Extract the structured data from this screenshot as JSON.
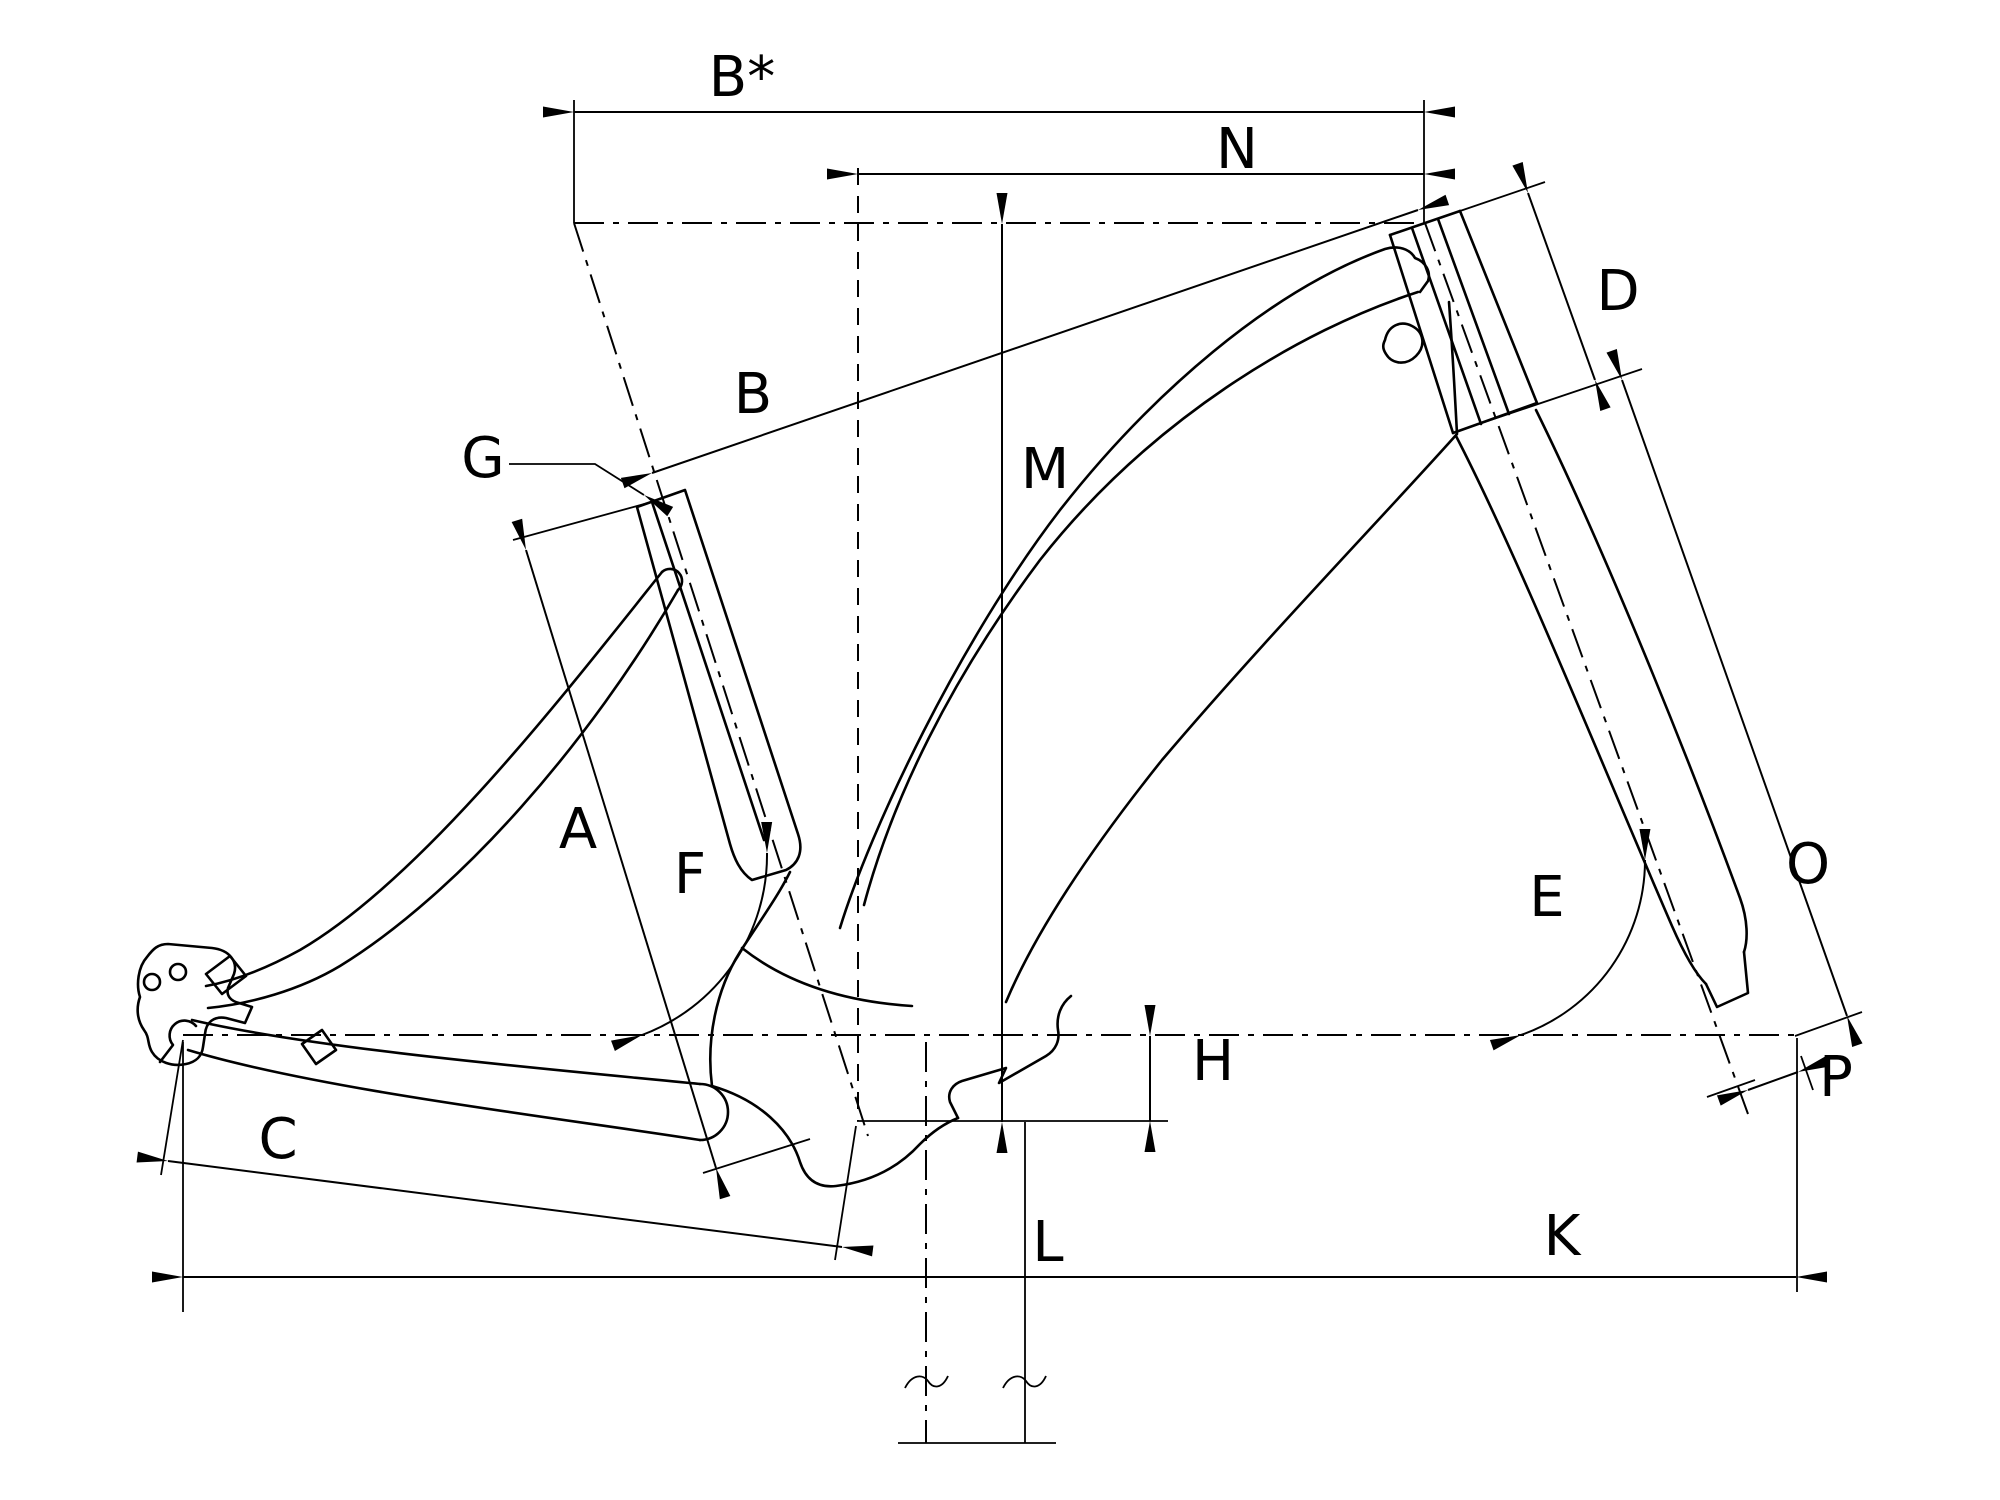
{
  "diagram": {
    "type": "technical-line-drawing",
    "subject": "Bicycle frame geometry diagram with dimension annotations",
    "background_color": "#ffffff",
    "line_color": "#000000",
    "labels": {
      "b_star": "B*",
      "n": "N",
      "b": "B",
      "g": "G",
      "a": "A",
      "f": "F",
      "m": "M",
      "d": "D",
      "e": "E",
      "o": "O",
      "h": "H",
      "p": "P",
      "c": "C",
      "l": "L",
      "k": "K"
    }
  }
}
